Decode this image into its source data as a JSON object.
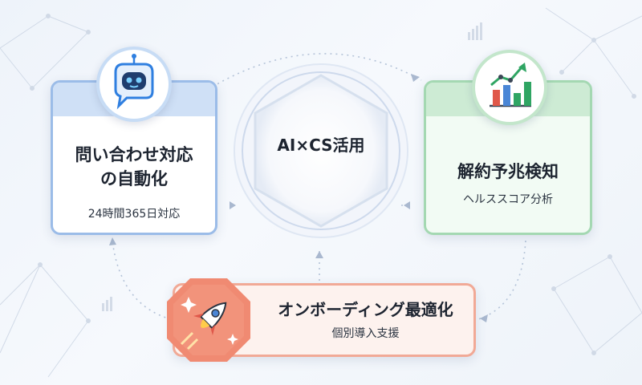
{
  "center": {
    "title": "AI×CS活用"
  },
  "cards": {
    "left": {
      "title_line1": "問い合わせ対応",
      "title_line2": "の自動化",
      "subtitle": "24時間365日対応",
      "icon": "robot-chat-icon",
      "accent": "#9bbce8"
    },
    "right": {
      "title": "解約予兆検知",
      "subtitle": "ヘルススコア分析",
      "icon": "growth-chart-icon",
      "accent": "#a4d8b2"
    },
    "bottom": {
      "title": "オンボーディング最適化",
      "subtitle": "個別導入支援",
      "icon": "rocket-icon",
      "accent": "#f1a996"
    }
  },
  "colors": {
    "robot": "#2f7fe0",
    "octagon": "#f08a72",
    "chart_green": "#2fa563",
    "chart_red": "#e0584a",
    "chart_blue": "#4a86d6"
  }
}
